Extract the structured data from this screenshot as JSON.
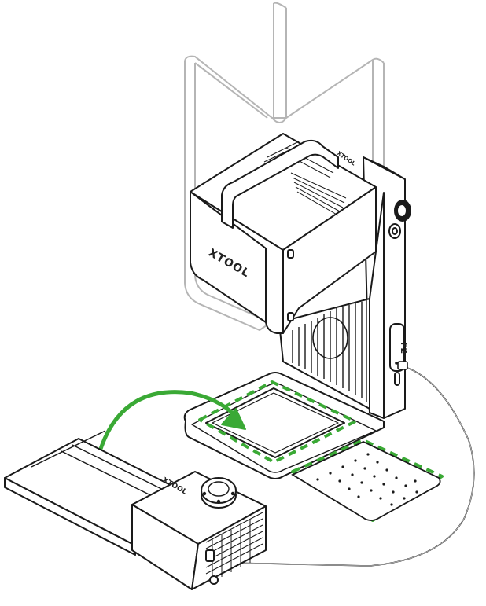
{
  "diagram": {
    "brand_text_main": "XTOOL",
    "brand_text_module": "XTOOL",
    "side_panel_label": "F2",
    "top_vent_label": "XTOOL",
    "arrow_color": "#3aa935",
    "highlight_color": "#3aa935",
    "line_color": "#1a1a1a",
    "shield_color": "#b5b5b5"
  }
}
